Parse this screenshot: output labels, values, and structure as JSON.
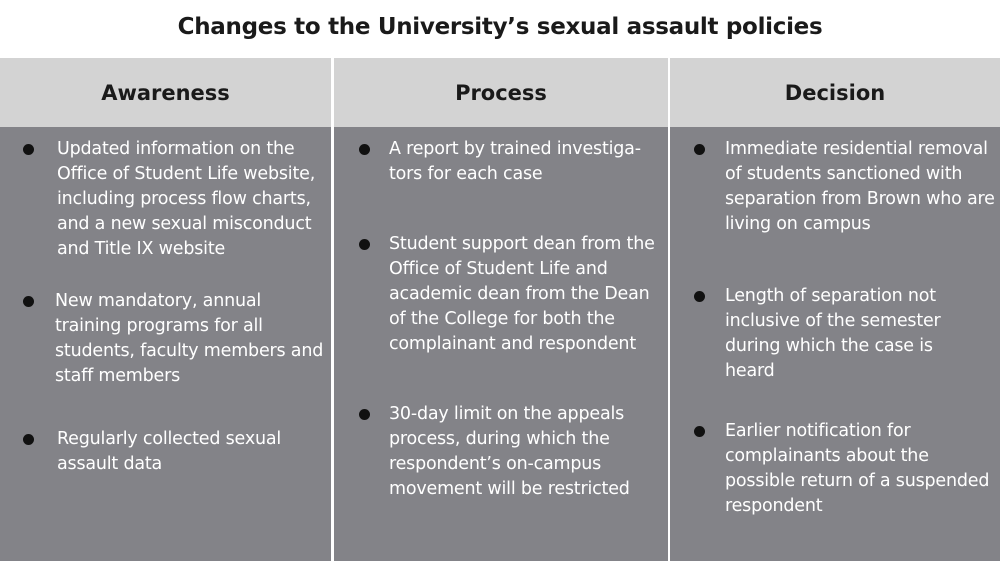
{
  "title": "Changes to the University’s sexual assault policies",
  "columns": [
    {
      "header": "Awareness",
      "items": [
        "Updated information on the\nOffice of Student Life website,\nincluding process flow charts,\nand a new sexual misconduct\nand Title IX website",
        "New mandatory, annual\ntraining programs for all\nstudents, faculty members and\nstaff members",
        "Regularly collected sexual\nassault data"
      ]
    },
    {
      "header": "Process",
      "items": [
        "A report by trained investiga-\ntors for each case",
        "Student support dean from the\nOffice of Student Life and\nacademic dean from the Dean\nof the College for both the\ncomplainant and respondent",
        "30-day limit on the appeals\nprocess, during which the\nrespondent’s on-campus\nmovement will be restricted"
      ]
    },
    {
      "header": "Decision",
      "items": [
        "Immediate residential removal\nof students sanctioned with\nseparation from Brown who are\nliving on campus",
        "Length of separation not\ninclusive of the semester\nduring which the case is\nheard",
        "Earlier notification for\ncomplainants about the\npossible return of a suspended\nrespondent"
      ]
    }
  ]
}
